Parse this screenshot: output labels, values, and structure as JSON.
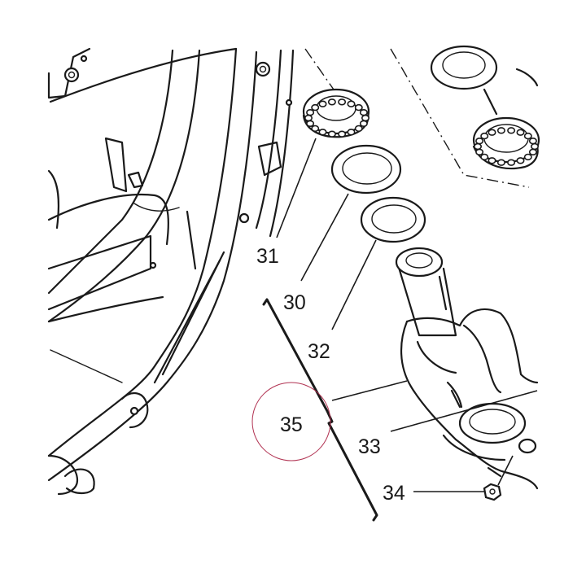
{
  "callouts": {
    "c30": "30",
    "c31": "31",
    "c32": "32",
    "c33": "33",
    "c34": "34",
    "c35": "35"
  },
  "colors": {
    "ink": "#1a1a1a",
    "highlight_circle": "#b03050"
  }
}
